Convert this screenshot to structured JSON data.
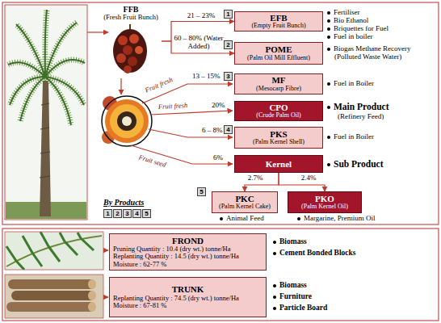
{
  "diagram": {
    "nodes": [
      {
        "text": [
          "FFB",
          "(Fresh Fruit Bunch)"
        ]
      },
      {
        "text": [
          "1"
        ]
      },
      {
        "text": [
          "EFB",
          "(Empty Fruit Bunch)"
        ]
      },
      {
        "text": [
          "2"
        ]
      },
      {
        "text": [
          "POME",
          "(Palm Oil Mill Effluent)"
        ]
      },
      {
        "text": [
          "3"
        ]
      },
      {
        "text": [
          "MF",
          "(Mesocarp Fibre)"
        ]
      },
      {
        "text": [
          "CPO",
          "(Crude Palm Oil)"
        ]
      },
      {
        "text": [
          "4"
        ]
      },
      {
        "text": [
          "PKS",
          "(Palm Kernel Shell)"
        ]
      },
      {
        "text": [
          "Kernel"
        ]
      },
      {
        "text": [
          "5"
        ]
      },
      {
        "text": [
          "PKC",
          "(Palm Kernel Cake)"
        ]
      },
      {
        "text": [
          "PKO",
          "(Palm Kernel Oil)"
        ]
      },
      {
        "text": [
          "1"
        ]
      },
      {
        "text": [
          "2"
        ]
      },
      {
        "text": [
          "3"
        ]
      },
      {
        "text": [
          "4"
        ]
      },
      {
        "text": [
          "5"
        ]
      },
      {
        "text": [
          "FROND",
          "Pruning Quantity : 10.4 (dry wt.) tonne/Ha",
          "Replanting Quantity : 14.5 (dry wt.) tonne/Ha",
          "Moisture : 62-77 %"
        ]
      },
      {
        "text": [
          "TRUNK",
          "Replanting Quantity : 74.5 (dry wt.) tonne/Ha",
          "Moisture : 67-81 %"
        ]
      }
    ],
    "edges": [
      {
        "from": 0,
        "to": 2,
        "arrow": "to",
        "label": "21 – 23%"
      },
      {
        "from": 0,
        "to": 4,
        "arrow": "to",
        "label": "60 – 80% (Water Added)"
      },
      {
        "from": 10,
        "to": 12,
        "arrow": "to",
        "label": "2.7%"
      },
      {
        "from": 10,
        "to": 13,
        "arrow": "to",
        "label": "2.4%"
      }
    ],
    "labels": [
      "Fertiliser",
      "Bio Ethanol",
      "Briquettes for Fuel",
      "Fuel in boiler",
      "Biogas Methane Recovery",
      "(Polluted Waste Water)",
      "13 – 15%",
      "Fruit fresh",
      "Fuel in Boiler",
      "Fruit fresh",
      "20%",
      "Main Product",
      "(Refinery Feed)",
      "6 – 8%",
      "Fuel in Boiler",
      "Fruit seed",
      "6%",
      "Sub Product",
      "Animal Feed",
      "Margarine, Premium Oil",
      "By Products",
      "Biomass",
      "Cement Bonded Blocks",
      "Biomass",
      "Furniture",
      "Particle Board"
    ]
  }
}
